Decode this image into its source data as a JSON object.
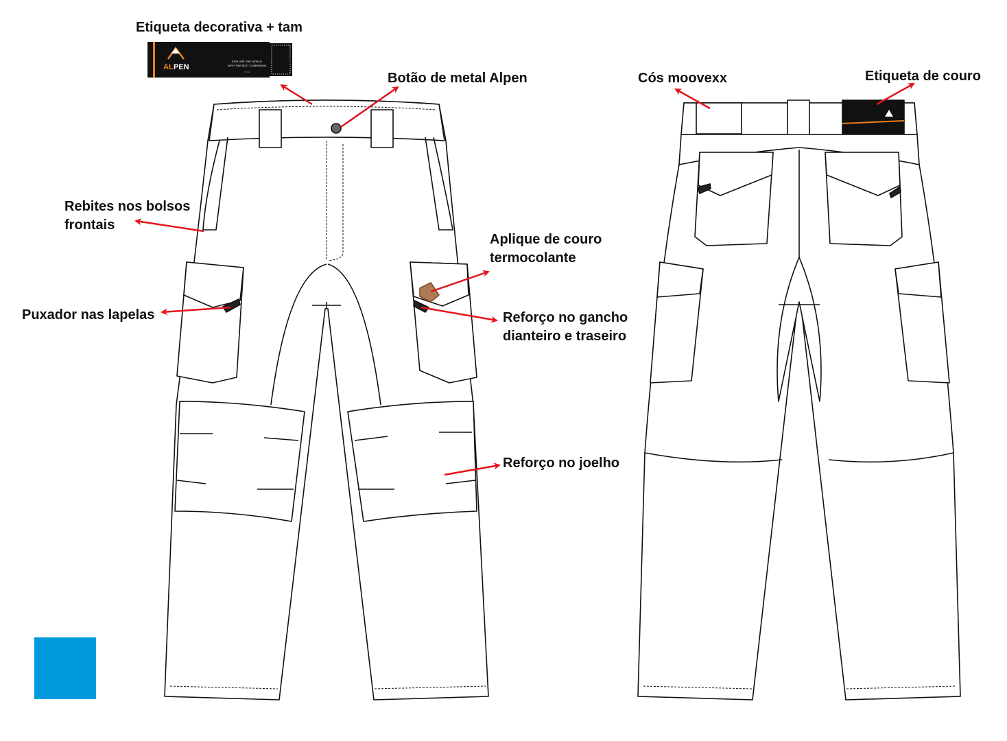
{
  "labels": {
    "decorative_tag": "Etiqueta decorativa + tam",
    "metal_button": "Botão de metal Alpen",
    "front_rivets": "Rebites nos bolsos frontais",
    "leather_applique": "Aplique de couro termocolante",
    "flap_pullers": "Puxador nas lapelas",
    "crotch_reinforcement": "Reforço no gancho dianteiro e traseiro",
    "knee_reinforcement": "Reforço no joelho",
    "waistband": "Cós moovexx",
    "leather_label": "Etiqueta de couro"
  },
  "tag": {
    "brand_al": "AL",
    "brand_pen": "PEN",
    "slogan_line1": "EXPLORE THE WORLD",
    "slogan_line2": "WITH THE BEST COMPANION",
    "slogan_line3": "YOU"
  },
  "colors": {
    "arrow": "#e3141b",
    "brand_orange": "#f07f1b",
    "swatch": "#0099dd",
    "leather": "#b07a55"
  }
}
